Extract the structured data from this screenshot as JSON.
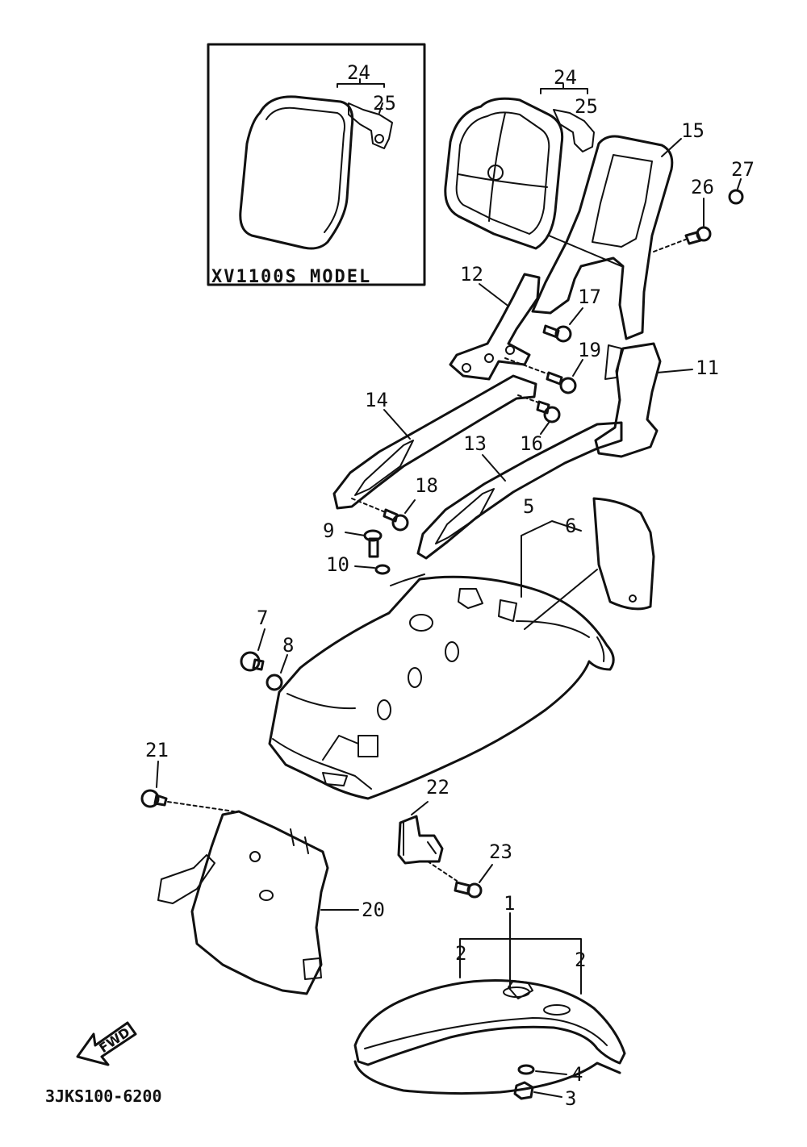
{
  "inset": {
    "caption": "XV1100S MODEL"
  },
  "callouts": {
    "c24a": "24",
    "c25a": "25",
    "c24b": "24",
    "c25b": "25",
    "c15": "15",
    "c26": "26",
    "c27": "27",
    "c12": "12",
    "c17": "17",
    "c19": "19",
    "c11": "11",
    "c14": "14",
    "c16": "16",
    "c13": "13",
    "c18": "18",
    "c9": "9",
    "c5": "5",
    "c6": "6",
    "c10": "10",
    "c7": "7",
    "c8": "8",
    "c21": "21",
    "c22": "22",
    "c23": "23",
    "c20": "20",
    "c1": "1",
    "c2a": "2",
    "c2b": "2",
    "c4": "4",
    "c3": "3"
  },
  "direction_badge": "FWD",
  "diagram_code": "3JKS100-6200",
  "icons": [
    "fwd-arrow-icon"
  ]
}
